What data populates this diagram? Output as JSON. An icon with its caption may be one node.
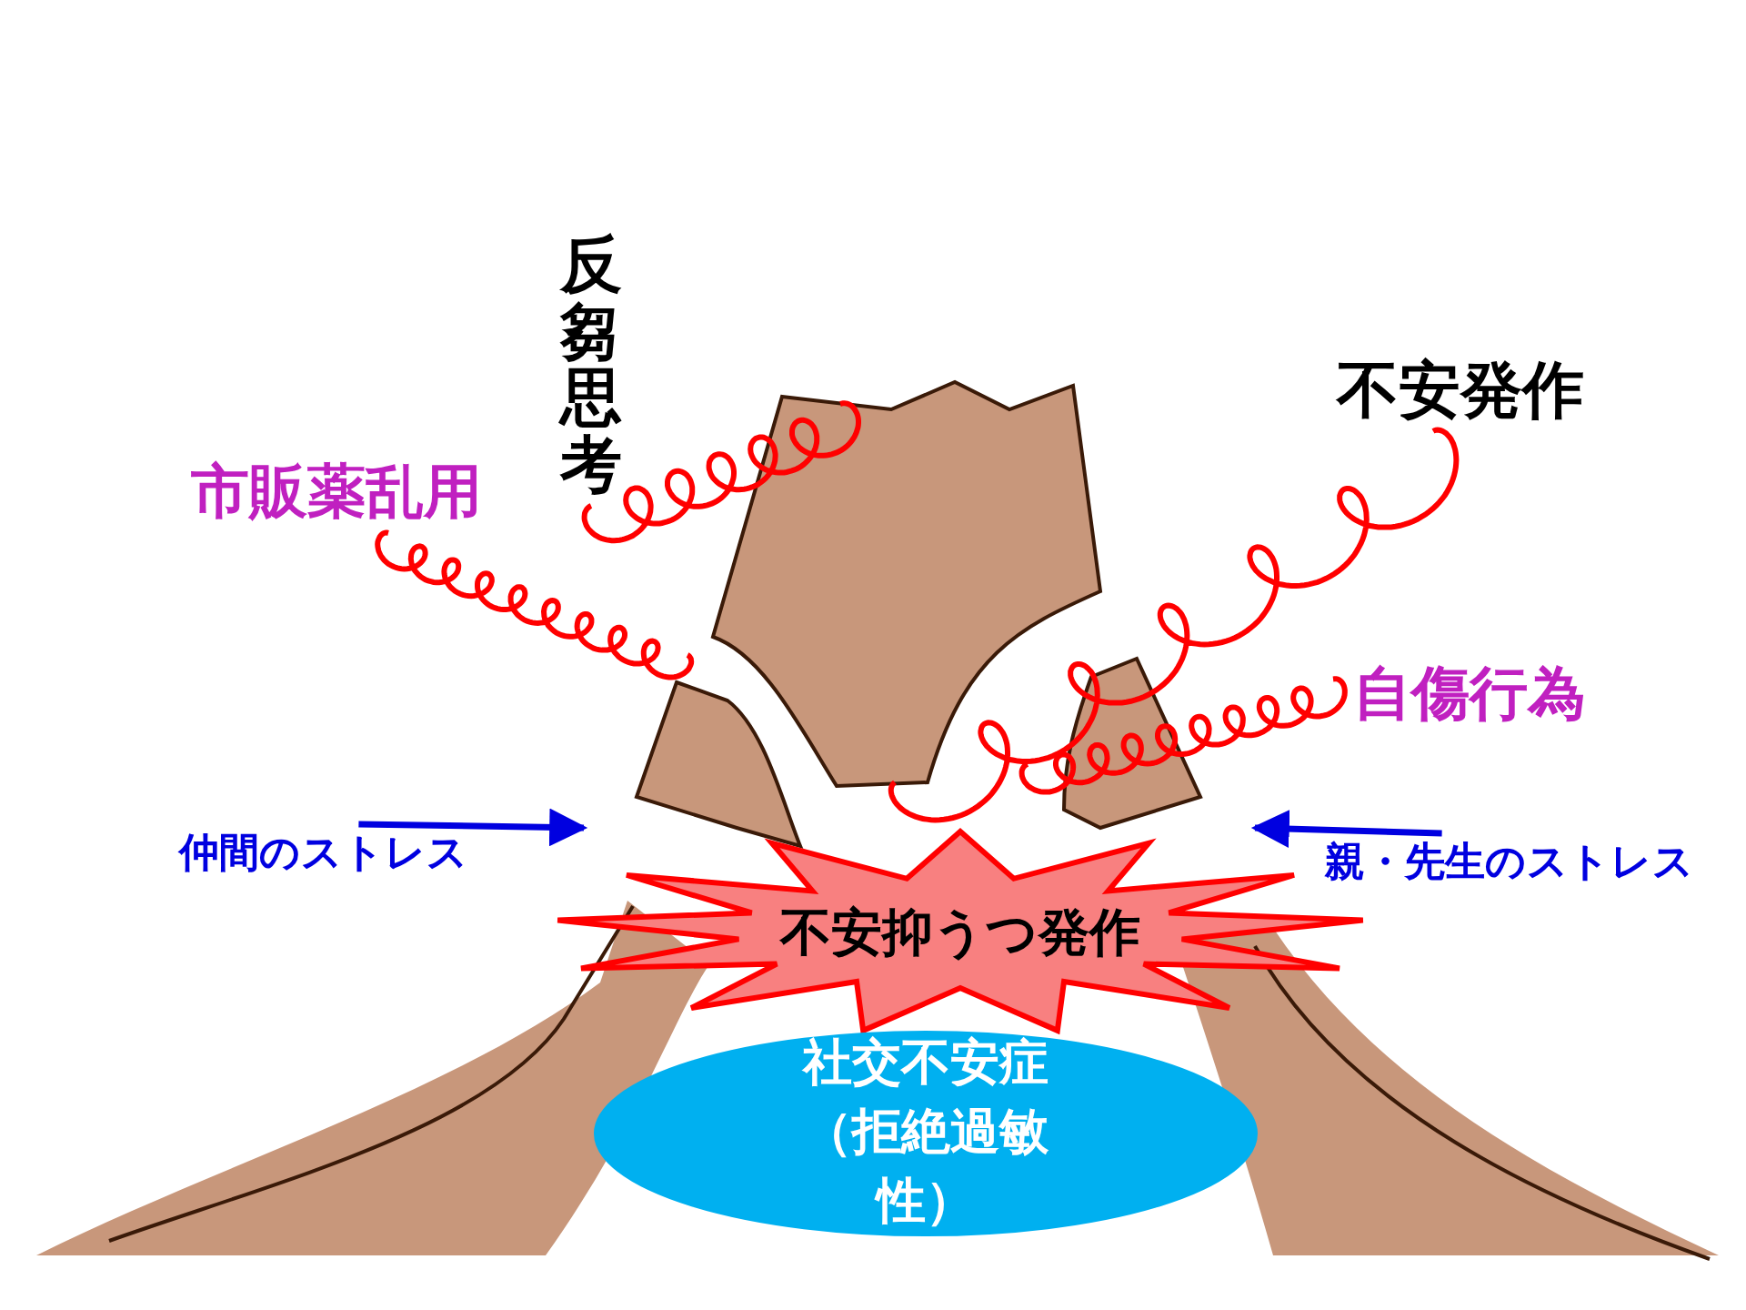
{
  "diagram": {
    "nodes": [
      {
        "text": [
          "反芻思考"
        ]
      },
      {
        "text": [
          "不安発作"
        ]
      },
      {
        "text": [
          "市販薬乱用"
        ]
      },
      {
        "text": [
          "自傷行為"
        ]
      },
      {
        "text": [
          "仲間のストレス"
        ]
      },
      {
        "text": [
          "親・先生のストレス"
        ]
      },
      {
        "text": [
          "不安抑うつ発作"
        ]
      },
      {
        "text": [
          "社交不安症（拒絶過敏性）"
        ]
      }
    ],
    "edges": [
      {
        "from": null,
        "to": 2,
        "arrow": "none"
      },
      {
        "from": null,
        "to": 0,
        "arrow": "none"
      },
      {
        "from": null,
        "to": 1,
        "arrow": "none"
      },
      {
        "from": null,
        "to": 3,
        "arrow": "none"
      },
      {
        "from": 4,
        "to": 6,
        "arrow": "to",
        "color": "#0000e0"
      },
      {
        "from": 5,
        "to": 6,
        "arrow": "to",
        "color": "#0000e0"
      }
    ]
  }
}
